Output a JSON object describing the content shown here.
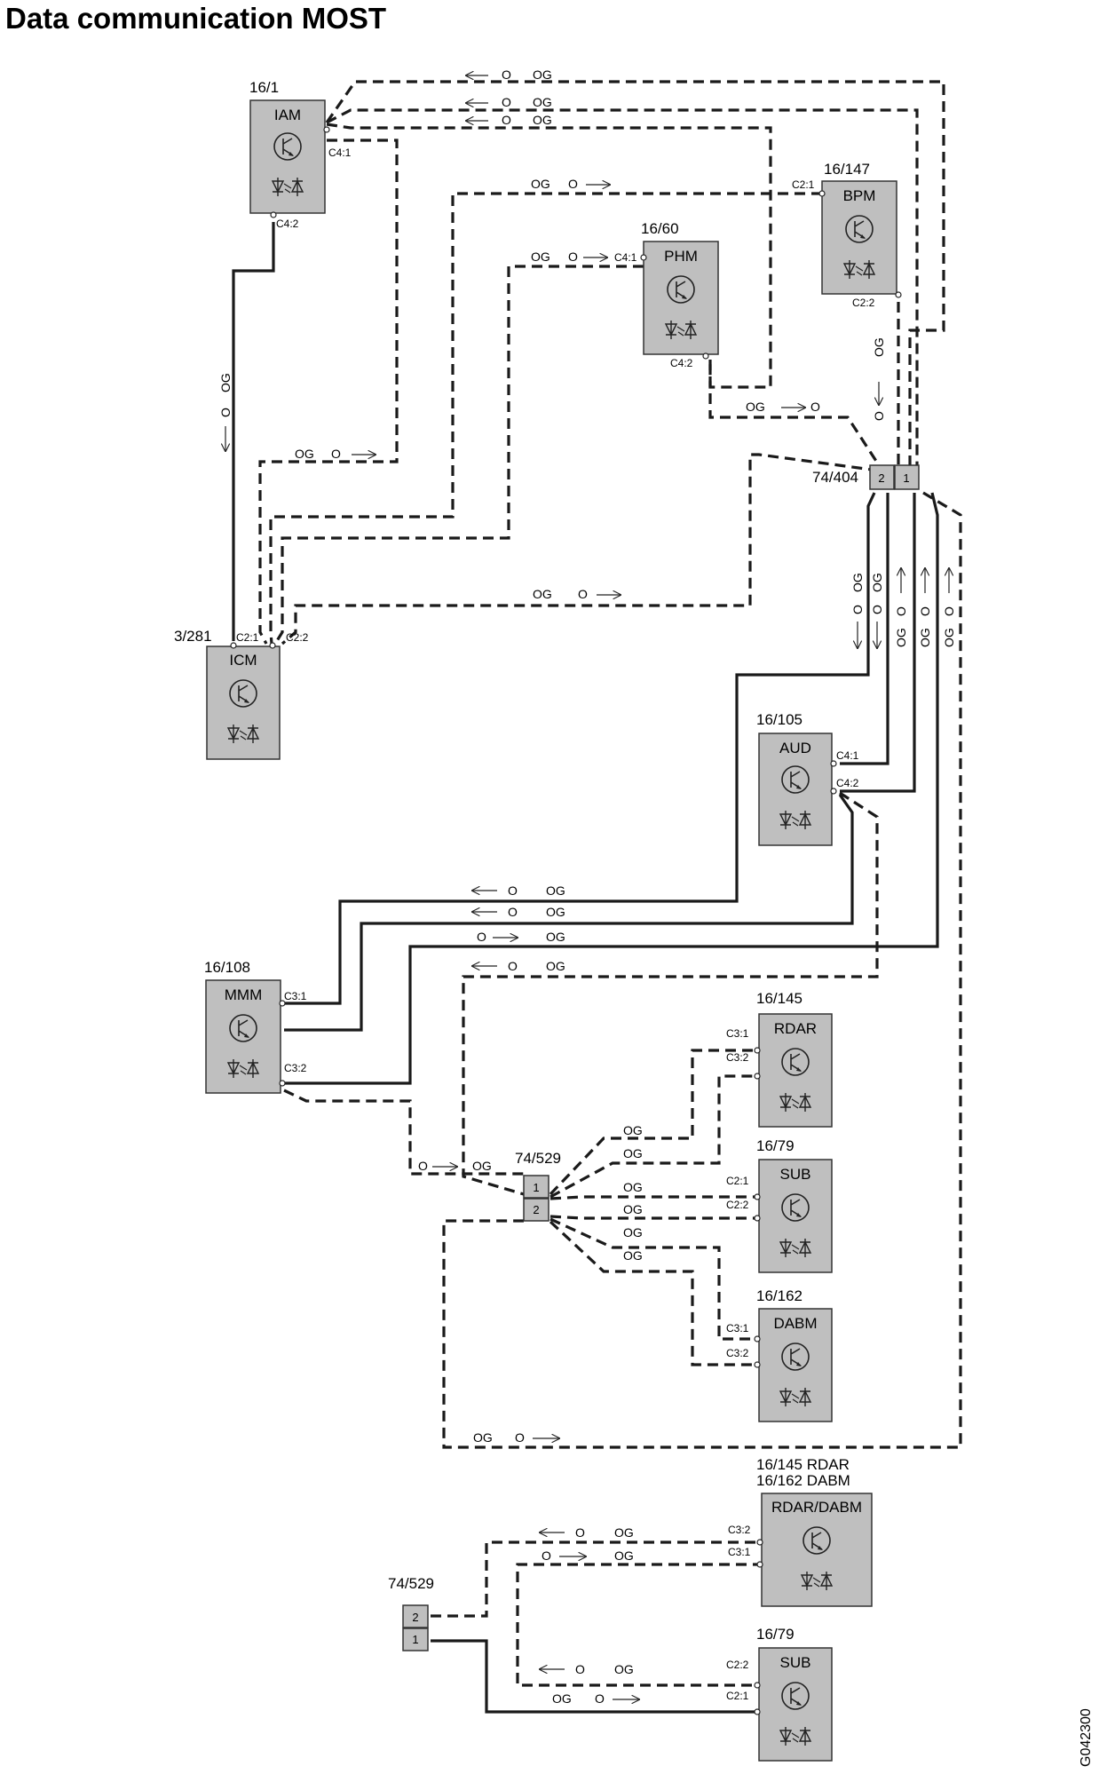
{
  "title": "Data communication MOST",
  "figure_id": "G042300",
  "modules": [
    {
      "id": "16/1",
      "name": "IAM"
    },
    {
      "id": "16/147",
      "name": "BPM"
    },
    {
      "id": "16/60",
      "name": "PHM"
    },
    {
      "id": "3/281",
      "name": "ICM"
    },
    {
      "id": "16/105",
      "name": "AUD"
    },
    {
      "id": "16/108",
      "name": "MMM"
    },
    {
      "id": "16/145",
      "name": "RDAR"
    },
    {
      "id": "16/79",
      "name": "SUB"
    },
    {
      "id": "16/162",
      "name": "DABM"
    },
    {
      "id_line1": "16/145 RDAR",
      "id_line2": "16/162 DABM",
      "name": "RDAR/DABM"
    },
    {
      "id": "16/79",
      "name": "SUB"
    }
  ],
  "connectors": [
    {
      "id": "74/404",
      "pins": [
        "2",
        "1"
      ]
    },
    {
      "id": "74/529",
      "pins": [
        "1",
        "2"
      ]
    },
    {
      "id": "74/529",
      "pins": [
        "2",
        "1"
      ]
    }
  ],
  "pins": {
    "c41": "C4:1",
    "c42": "C4:2",
    "c21": "C2:1",
    "c22": "C2:2",
    "c31": "C3:1",
    "c32": "C3:2"
  },
  "wire": {
    "og": "OG",
    "o": "O"
  }
}
